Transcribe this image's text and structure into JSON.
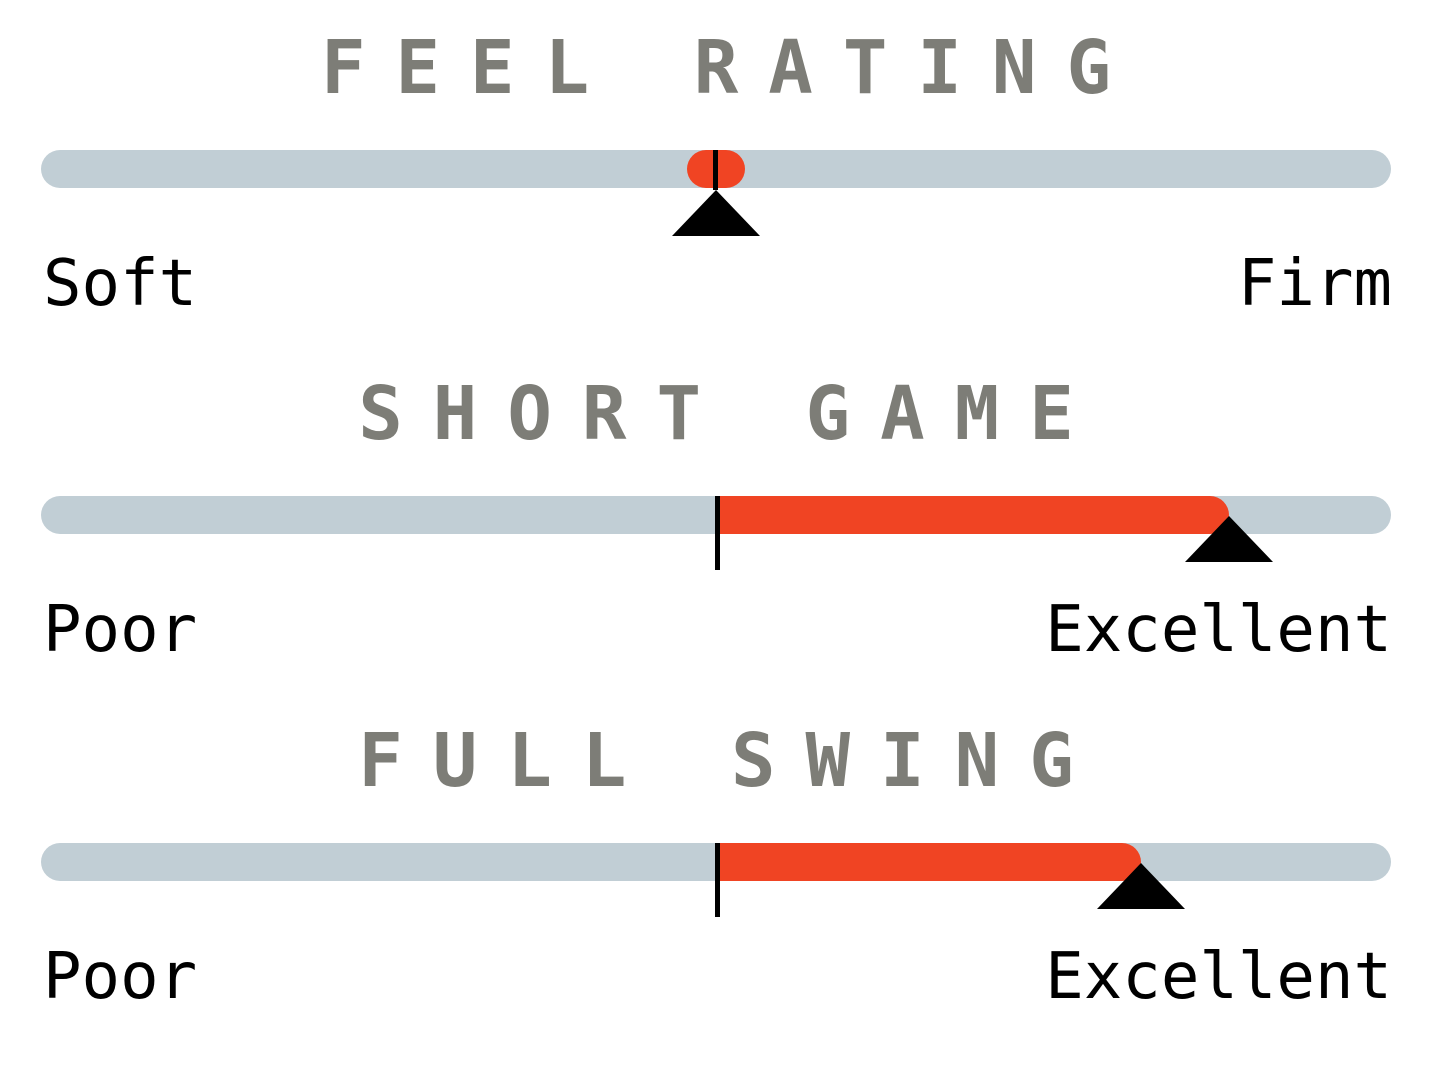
{
  "ratings": [
    {
      "title": "FEEL RATING",
      "left_label": "Soft",
      "right_label": "Firm",
      "kind": "point",
      "value": 0.0,
      "range": [
        -1,
        1
      ],
      "fill_color": "#f04423",
      "track_color": "#c1ced5"
    },
    {
      "title": "SHORT GAME",
      "left_label": "Poor",
      "right_label": "Excellent",
      "kind": "bar",
      "value": 0.76,
      "range": [
        -1,
        1
      ],
      "fill_color": "#f04423",
      "track_color": "#c1ced5"
    },
    {
      "title": "FULL SWING",
      "left_label": "Poor",
      "right_label": "Excellent",
      "kind": "bar",
      "value": 0.63,
      "range": [
        -1,
        1
      ],
      "fill_color": "#f04423",
      "track_color": "#c1ced5"
    }
  ]
}
